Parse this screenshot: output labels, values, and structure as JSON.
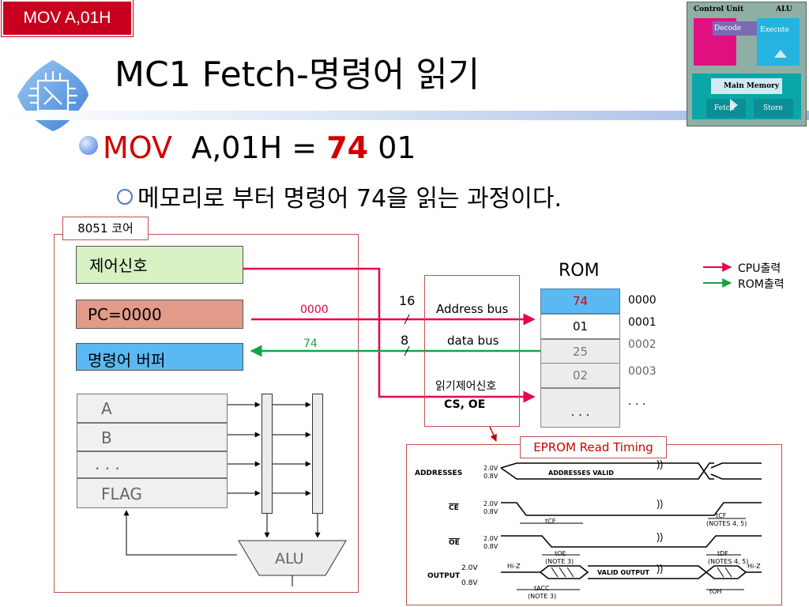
{
  "header": {
    "tag": "MOV  A,01H",
    "title": "MC1 Fetch-명령어 읽기"
  },
  "bullets": {
    "b1_mov": "MOV",
    "b1_rest": "A,01H  =",
    "b1_opcode": "74",
    "b1_operand": "01",
    "b2_text": "메모리로 부터 명령어 74을 읽는 과정이다."
  },
  "cycle_image": {
    "control_unit": "Control Unit",
    "alu": "ALU",
    "decode": "Decode",
    "execute": "Execute",
    "main_memory": "Main Memory",
    "fetch": "Fetch",
    "store": "Store"
  },
  "core": {
    "label": "8051 코어",
    "control_signal": "제어신호",
    "pc": "PC=0000",
    "instr_buffer": "명령어 버퍼",
    "registers": [
      "A",
      "B",
      ". . .",
      "FLAG"
    ],
    "alu": "ALU"
  },
  "bus": {
    "addr_value": "0000",
    "data_value": "74",
    "addr_width": "16",
    "data_width": "8",
    "address_bus": "Address bus",
    "data_bus": "data bus",
    "read_control": "읽기제어신호",
    "cs_oe": "CS, OE"
  },
  "rom": {
    "title": "ROM",
    "cells": [
      "74",
      "01",
      "25",
      "02",
      ". . ."
    ],
    "addresses": [
      "0000",
      "0001",
      "0002",
      "0003",
      ". . ."
    ]
  },
  "legend": {
    "cpu_out": "CPU출력",
    "rom_out": "ROM출력",
    "cpu_color": "#e8004a",
    "rom_color": "#17a34a"
  },
  "timing": {
    "title": "EPROM Read Timing",
    "addresses": "ADDRESSES",
    "ce": "CE",
    "oe": "OE",
    "output": "OUTPUT",
    "v20": "2.0V",
    "v08": "0.8V",
    "addresses_valid": "ADDRESSES VALID",
    "valid_output": "VALID OUTPUT",
    "hiz": "Hi-Z",
    "tce": "tCE",
    "tcf": "tCF",
    "note45": "(NOTES 4, 5)",
    "toe": "tOE",
    "note3": "(NOTE 3)",
    "tdf": "tDF",
    "tacc": "tACC",
    "toh": "tOH"
  }
}
